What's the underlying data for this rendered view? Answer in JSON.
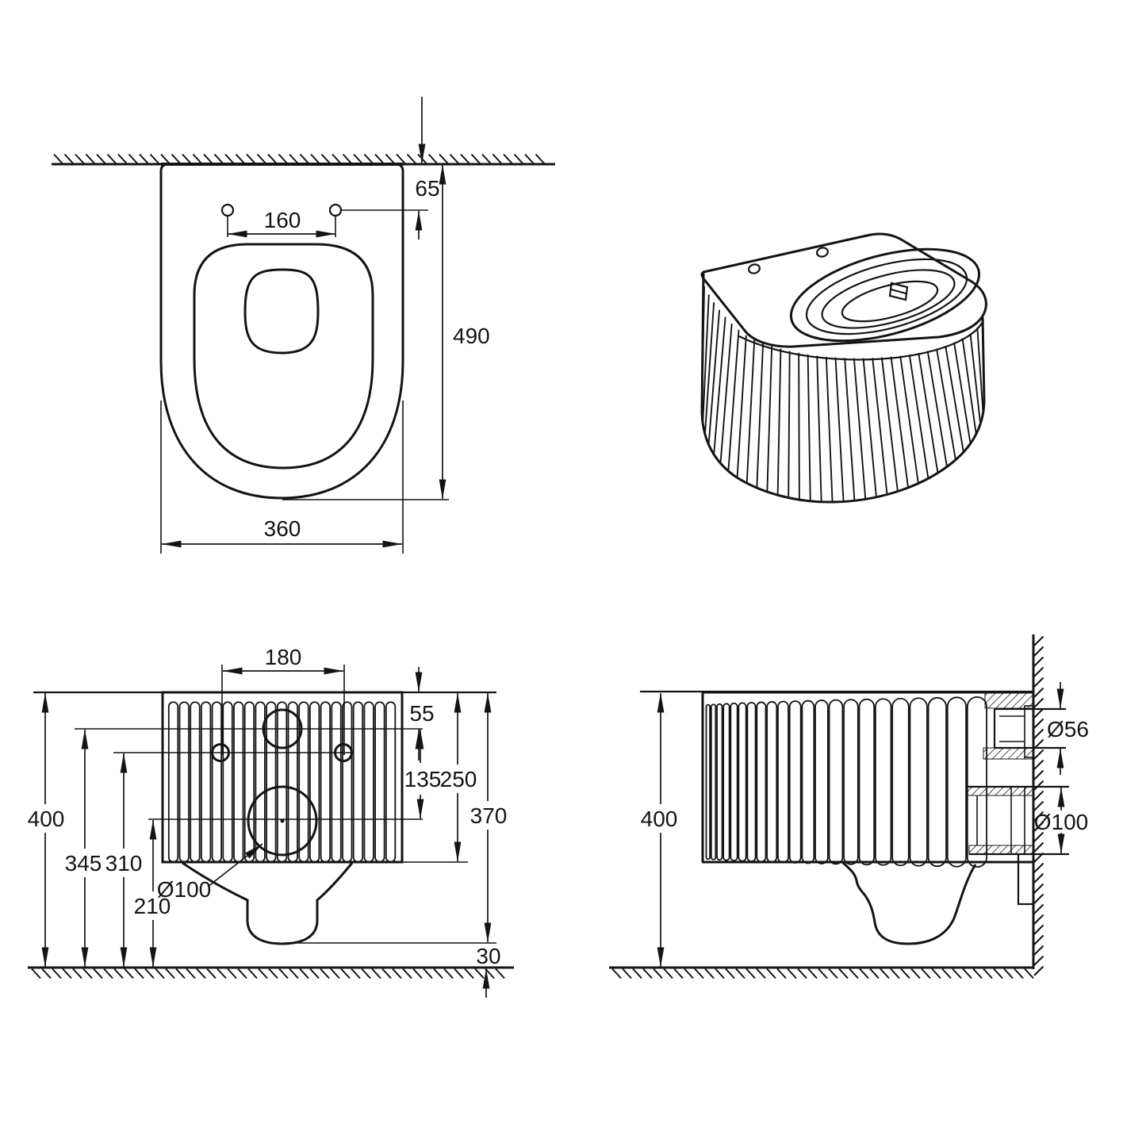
{
  "plan_view": {
    "wall_to_holes": "65",
    "hole_spacing": "160",
    "length": "490",
    "width": "360"
  },
  "front_view": {
    "hole_spacing": "180",
    "top_to_inlet": "55",
    "inlet_to_outlet_center": "135",
    "top_to_body_bottom": "250",
    "top_to_trap_bottom": "370",
    "floor_to_top": "400",
    "floor_to_inlet": "345",
    "floor_to_holes": "310",
    "floor_to_outlet": "210",
    "outlet_diameter": "Ø100",
    "trap_to_floor": "30"
  },
  "side_view": {
    "floor_to_top": "400",
    "inlet_diameter": "Ø56",
    "outlet_diameter": "Ø100"
  }
}
